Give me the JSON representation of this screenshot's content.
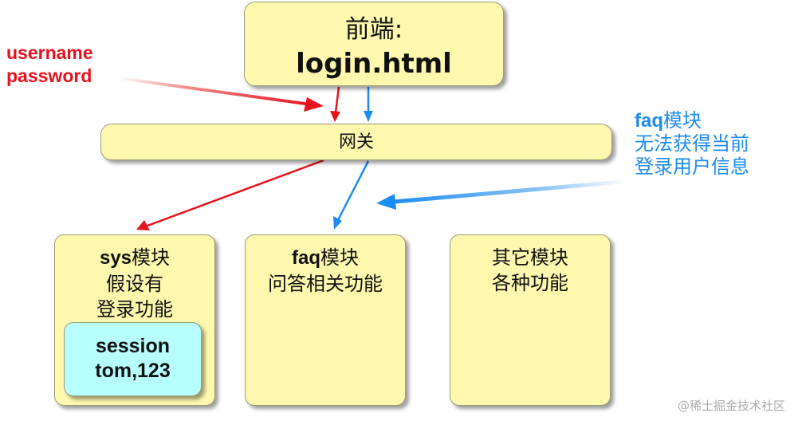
{
  "frontend": {
    "line1": "前端:",
    "line2": "login.html"
  },
  "gateway": {
    "label": "网关"
  },
  "modules": {
    "sys": {
      "title_bold": "sys",
      "title_rest": "模块",
      "line2": "假设有",
      "line3": "登录功能"
    },
    "faq": {
      "title_bold": "faq",
      "title_rest": "模块",
      "line2": "问答相关功能"
    },
    "other": {
      "title": "其它模块",
      "line2": "各种功能"
    }
  },
  "session": {
    "line1": "session",
    "line2": "tom,123"
  },
  "annotations": {
    "red": {
      "line1": "username",
      "line2": "password"
    },
    "blue": {
      "title_bold": "faq",
      "title_rest": "模块",
      "line2": "无法获得当前",
      "line3": "登录用户信息"
    }
  },
  "watermark": "@稀土掘金技术社区",
  "colors": {
    "box_fill": "#fdf8ae",
    "session_fill": "#b7ffff",
    "red": "#e8111d",
    "blue": "#1b8cf0"
  }
}
